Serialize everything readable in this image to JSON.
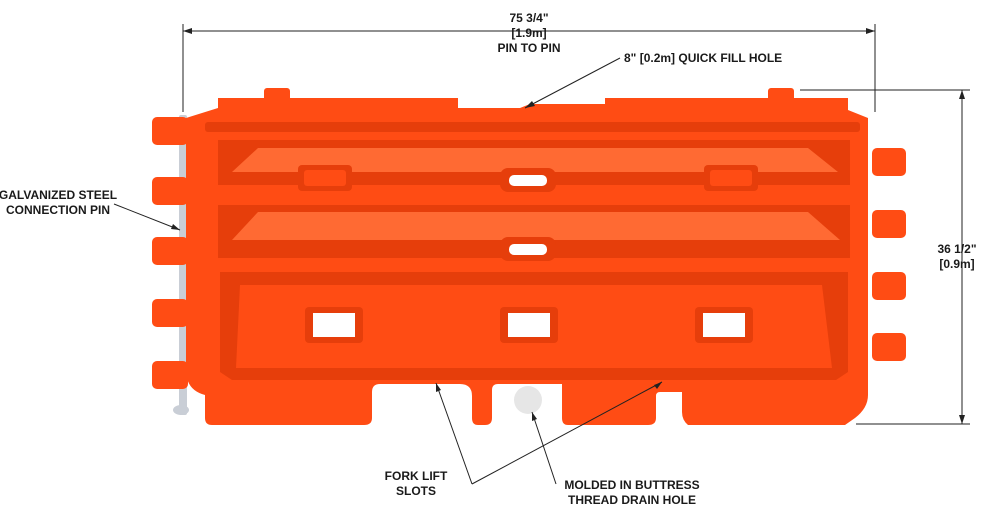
{
  "colors": {
    "barrier": "#ff4c14",
    "barrier_dark": "#e63e0b",
    "barrier_light": "#ff6a33",
    "pin": "#c9ced6",
    "drain": "#e6e6e6",
    "dimension": "#222222",
    "background": "#ffffff"
  },
  "dimensions": {
    "width": {
      "line1": "75 3/4\"",
      "line2": "[1.9m]",
      "line3": "PIN TO PIN"
    },
    "height": {
      "line1": "36 1/2\"",
      "line2": "[0.9m]"
    }
  },
  "callouts": {
    "fill_hole": "8\" [0.2m] QUICK FILL HOLE",
    "pin": {
      "line1": "GALVANIZED STEEL",
      "line2": "CONNECTION PIN"
    },
    "fork": {
      "line1": "FORK LIFT",
      "line2": "SLOTS"
    },
    "drain": {
      "line1": "MOLDED IN BUTTRESS",
      "line2": "THREAD DRAIN HOLE"
    }
  }
}
